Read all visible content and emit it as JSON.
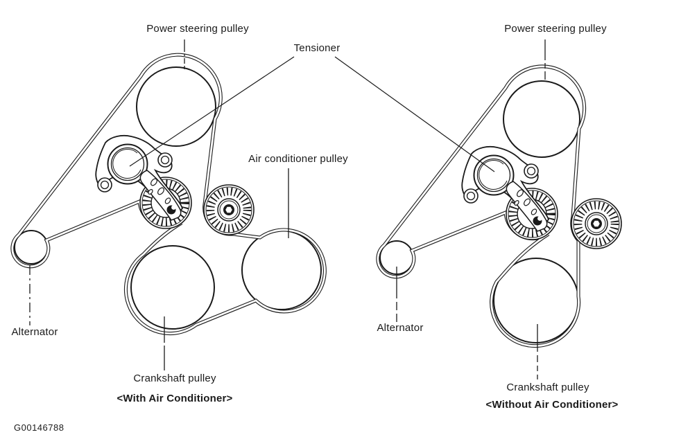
{
  "figure_id": "G00146788",
  "colors": {
    "ink": "#1a1a1a",
    "background": "#ffffff"
  },
  "shared": {
    "tensioner": "Tensioner"
  },
  "left": {
    "caption": "<With Air Conditioner>",
    "labels": {
      "power_steering": "Power steering pulley",
      "air_conditioner": "Air conditioner pulley",
      "alternator": "Alternator",
      "crankshaft": "Crankshaft pulley"
    }
  },
  "right": {
    "caption": "<Without Air Conditioner>",
    "labels": {
      "power_steering": "Power steering pulley",
      "alternator": "Alternator",
      "crankshaft": "Crankshaft pulley"
    }
  }
}
